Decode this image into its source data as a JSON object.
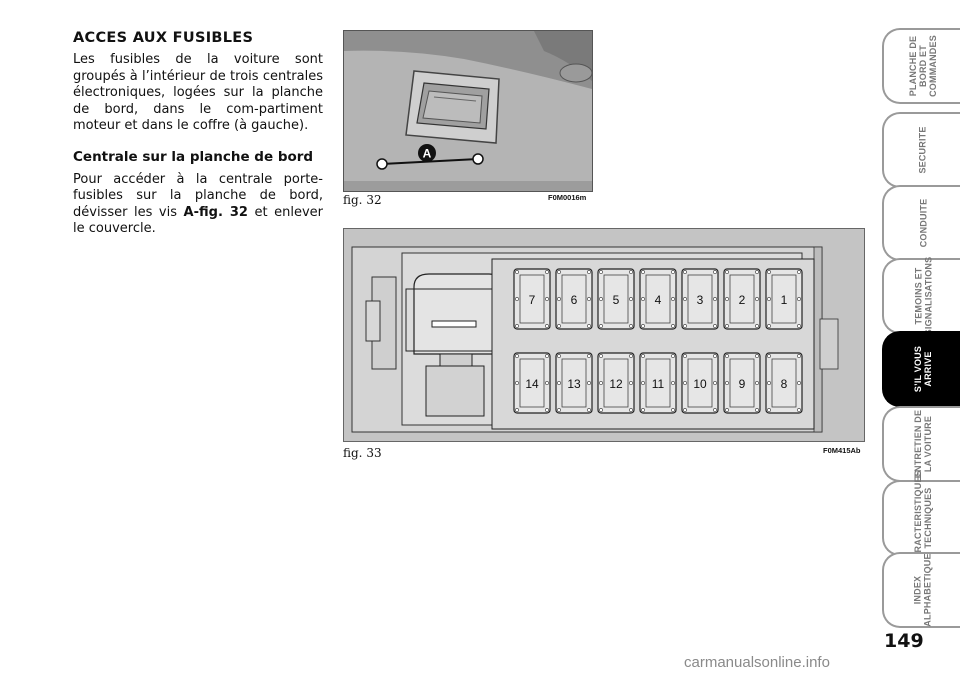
{
  "section": {
    "title": "ACCES AUX FUSIBLES",
    "intro": "Les fusibles de la voiture sont groupés à l’intérieur de trois centrales électroniques, logées sur la planche de bord, dans le com-partiment moteur et dans le coffre (à gauche).",
    "subheading": "Centrale sur la planche de bord",
    "instruction_pre": "Pour accéder à la centrale porte-fusibles sur la planche de bord, dévisser les vis ",
    "instruction_ref": "A-fig. 32",
    "instruction_post": " et enlever le couvercle."
  },
  "figures": {
    "fig32": {
      "label": "fig. 32",
      "code": "F0M0016m",
      "callout": "A"
    },
    "fig33": {
      "label": "fig. 33",
      "code": "F0M415Ab",
      "fuses_top": [
        "7",
        "6",
        "5",
        "4",
        "3",
        "2",
        "1"
      ],
      "fuses_bottom": [
        "14",
        "13",
        "12",
        "11",
        "10",
        "9",
        "8"
      ]
    }
  },
  "tabs": [
    {
      "label": "PLANCHE DE\nBORD ET\nCOMMANDES",
      "active": false
    },
    {
      "label": "SECURITE",
      "active": false
    },
    {
      "label": "CONDUITE",
      "active": false
    },
    {
      "label": "TEMOINS ET\nSIGNALISATIONS",
      "active": false
    },
    {
      "label": "S’IL VOUS\nARRIVE",
      "active": true
    },
    {
      "label": "ENTRETIEN DE\nLA VOITURE",
      "active": false
    },
    {
      "label": "CARACTERISTIQUES\nTECHNIQUES",
      "active": false
    },
    {
      "label": "INDEX\nALPHABETIQUE",
      "active": false
    }
  ],
  "page_number": "149",
  "watermark": "carmanualsonline.info",
  "colors": {
    "figure_bg": "#c4c4c4",
    "active_tab": "#000000",
    "tab_border": "#9a9a9a"
  }
}
